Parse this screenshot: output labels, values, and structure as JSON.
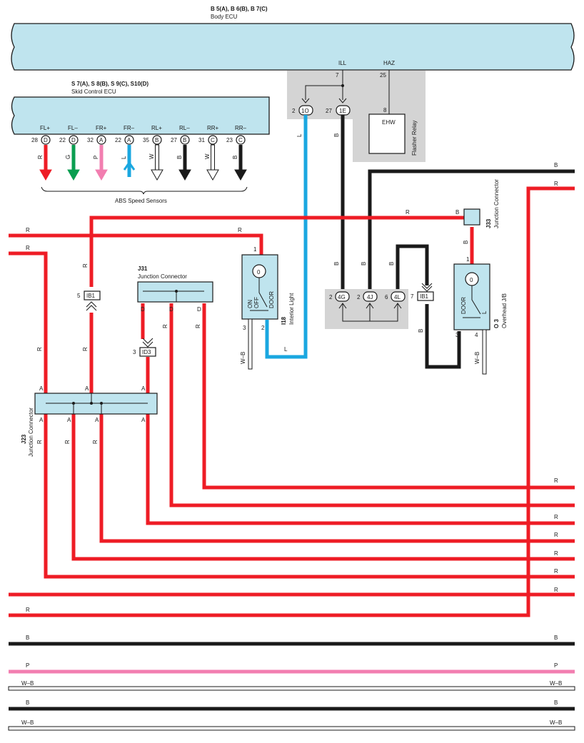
{
  "body_ecu": {
    "connectors": "B 5(A), B 6(B), B 7(C)",
    "name": "Body ECU",
    "ill_label": "ILL",
    "ill_pin": "7",
    "haz_label": "HAZ",
    "haz_pin": "25"
  },
  "skid_ecu": {
    "connectors": "S 7(A), S 8(B), S 9(C), S10(D)",
    "name": "Skid Control ECU",
    "terminals": [
      {
        "name": "FL+",
        "pin": "28",
        "conn": "D",
        "wire": "R"
      },
      {
        "name": "FL–",
        "pin": "22",
        "conn": "D",
        "wire": "G"
      },
      {
        "name": "FR+",
        "pin": "32",
        "conn": "A",
        "wire": "P"
      },
      {
        "name": "FR–",
        "pin": "22",
        "conn": "A",
        "wire": "L"
      },
      {
        "name": "RL+",
        "pin": "35",
        "conn": "B",
        "wire": "W"
      },
      {
        "name": "RL–",
        "pin": "27",
        "conn": "B",
        "wire": "B"
      },
      {
        "name": "RR+",
        "pin": "31",
        "conn": "C",
        "wire": "W"
      },
      {
        "name": "RR–",
        "pin": "23",
        "conn": "C",
        "wire": "B"
      }
    ],
    "sensors_label": "ABS Speed Sensors"
  },
  "junction_block_top": {
    "c1o": "1O",
    "c1o_pin": "2",
    "c1e": "1E",
    "c1e_pin": "27"
  },
  "flasher_relay": {
    "name": "Flasher Relay",
    "terminal": "EHW",
    "pin": "8"
  },
  "junction_block_mid": {
    "c4g": "4G",
    "c4g_pin": "2",
    "c4j": "4J",
    "c4j_pin": "2",
    "c4l": "4L",
    "c4l_pin": "6"
  },
  "j31": {
    "id": "J31",
    "name": "Junction Connector",
    "pins": [
      "D",
      "D",
      "D"
    ]
  },
  "j33": {
    "id": "J33",
    "name": "Junction Connector",
    "pin": "B"
  },
  "j23": {
    "id": "J23",
    "name": "Junction Connector",
    "top_pins": [
      "A",
      "A",
      "A"
    ],
    "bottom_pins": [
      "A",
      "A",
      "A",
      "A"
    ]
  },
  "interior_light": {
    "id": "I18",
    "name": "Interior Light",
    "on": "ON",
    "off": "OFF",
    "door": "DOOR",
    "pin1": "1",
    "pin2": "2",
    "pin3": "3"
  },
  "overhead_jb": {
    "id": "O 3",
    "name": "Overhead J/B",
    "door": "DOOR",
    "l": "L",
    "pin1": "1",
    "pin3": "3",
    "pin4": "4"
  },
  "ib1": {
    "label": "IB1",
    "pin_left": "5",
    "pin_right": "7"
  },
  "id3": {
    "label": "ID3",
    "pin": "3"
  },
  "wires": {
    "r": "R",
    "b": "B",
    "l": "L",
    "p": "P",
    "g": "G",
    "w": "W",
    "wb": "W–B"
  },
  "colors": {
    "red": "#ee1c25",
    "black": "#1a1a1a",
    "blue": "#1aa7e0",
    "pink": "#f27eb0",
    "green": "#0a9e50",
    "ecu_fill": "#bfe4ee",
    "grey": "#d4d4d4"
  }
}
